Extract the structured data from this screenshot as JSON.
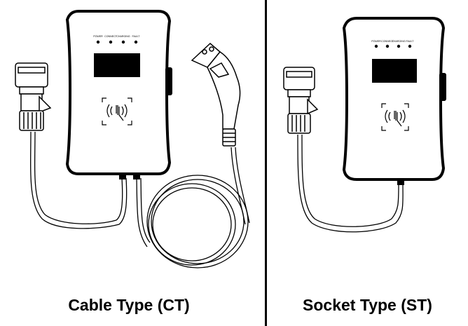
{
  "captions": {
    "cable_type": "Cable Type (CT)",
    "socket_type": "Socket Type (ST)"
  },
  "indicators": {
    "power": "POWER",
    "connect": "CONNECT",
    "charging": "CHARGING",
    "fault": "FAULT"
  },
  "icons": {
    "rfid": "rfid-contactless-icon",
    "plug": "industrial-plug-icon",
    "connector": "ev-connector-icon"
  },
  "colors": {
    "line": "#000000",
    "background": "#ffffff"
  }
}
